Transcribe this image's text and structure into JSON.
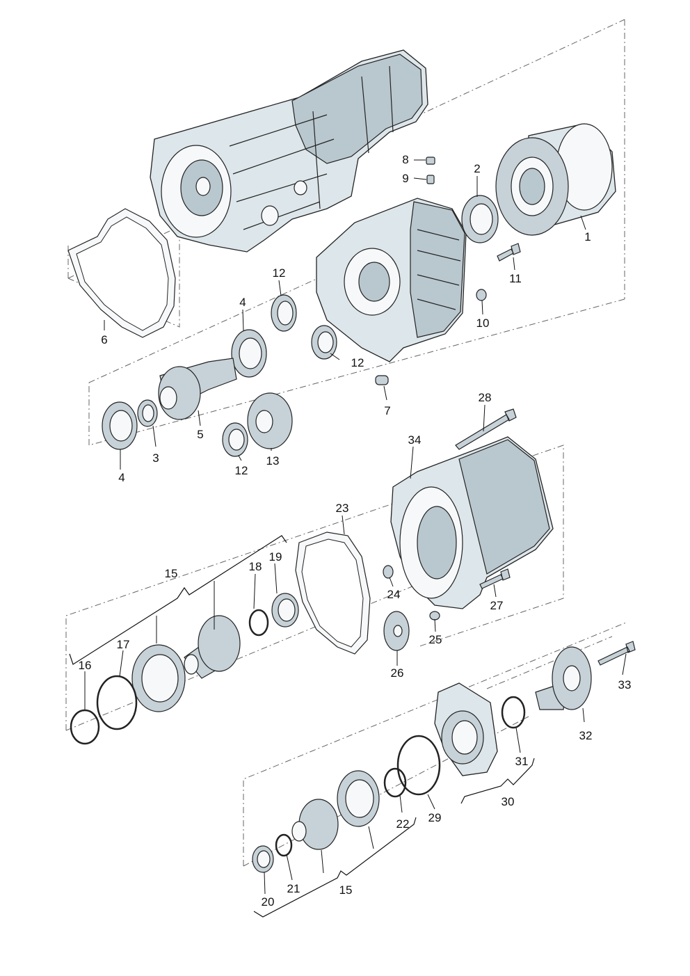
{
  "callouts": [
    "1",
    "2",
    "3",
    "4",
    "4",
    "5",
    "6",
    "7",
    "8",
    "9",
    "10",
    "11",
    "12",
    "12",
    "12",
    "13",
    "15",
    "15",
    "16",
    "17",
    "18",
    "19",
    "20",
    "21",
    "22",
    "23",
    "24",
    "25",
    "26",
    "27",
    "28",
    "29",
    "30",
    "31",
    "32",
    "33",
    "34"
  ]
}
